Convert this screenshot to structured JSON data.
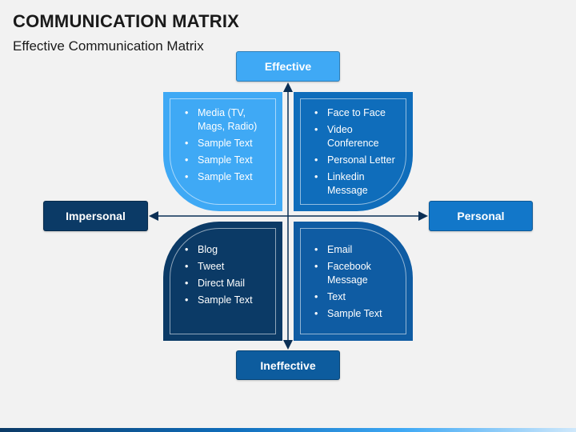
{
  "header": {
    "title": "COMMUNICATION MATRIX",
    "subtitle": "Effective Communication Matrix"
  },
  "axes": {
    "top": "Effective",
    "bottom": "Ineffective",
    "left": "Impersonal",
    "right": "Personal"
  },
  "quadrants": {
    "top_left": [
      "Media (TV, Mags, Radio)",
      "Sample Text",
      "Sample Text",
      "Sample Text"
    ],
    "top_right": [
      "Face to Face",
      "Video Conference",
      "Personal Letter",
      "Linkedin Message"
    ],
    "bottom_left": [
      "Blog",
      "Tweet",
      "Direct Mail",
      "Sample Text"
    ],
    "bottom_right": [
      "Email",
      "Facebook Message",
      "Text",
      "Sample Text"
    ]
  },
  "colors": {
    "light_blue": "#3fa9f5",
    "blue": "#0f6dbb",
    "dark_navy": "#0b3a66",
    "medium_blue": "#0f5ca3",
    "axis_line": "#0b2f55"
  }
}
